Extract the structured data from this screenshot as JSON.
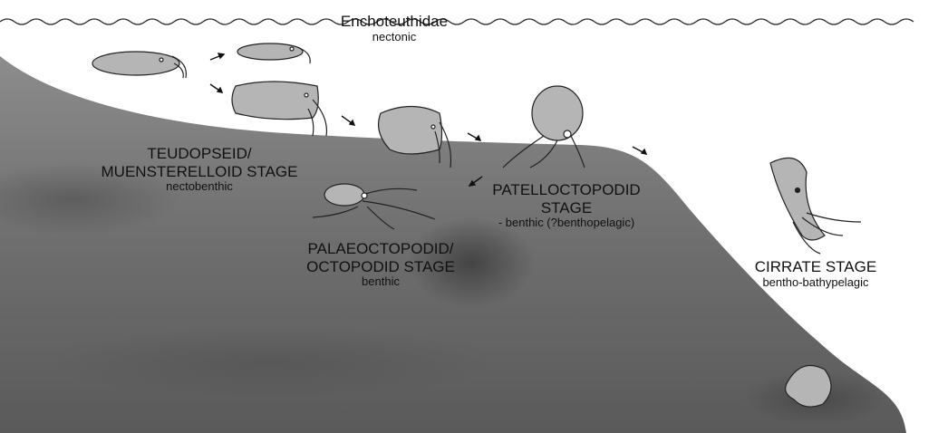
{
  "labels": {
    "enchoteuthidae": {
      "title": "Enchoteuthidae",
      "habit": "nectonic"
    },
    "teudopseid": {
      "line1": "TEUDOPSEID/",
      "line2": "MUENSTERELLOID STAGE",
      "habit": "nectobenthic"
    },
    "palaeoctopodid": {
      "line1": "PALAEOCTOPODID/",
      "line2": "OCTOPODID STAGE",
      "habit": "benthic"
    },
    "patelloctopodid": {
      "line1": "PATELLOCTOPODID",
      "line2": "STAGE",
      "habit": "- benthic (?benthopelagic)"
    },
    "cirrate": {
      "line1": "CIRRATE STAGE",
      "habit": "bentho-bathypelagic"
    }
  },
  "colors": {
    "seafloor_light": "#9a9a9a",
    "seafloor_dark": "#4a4a4a",
    "animal": "#b5b5b5"
  }
}
